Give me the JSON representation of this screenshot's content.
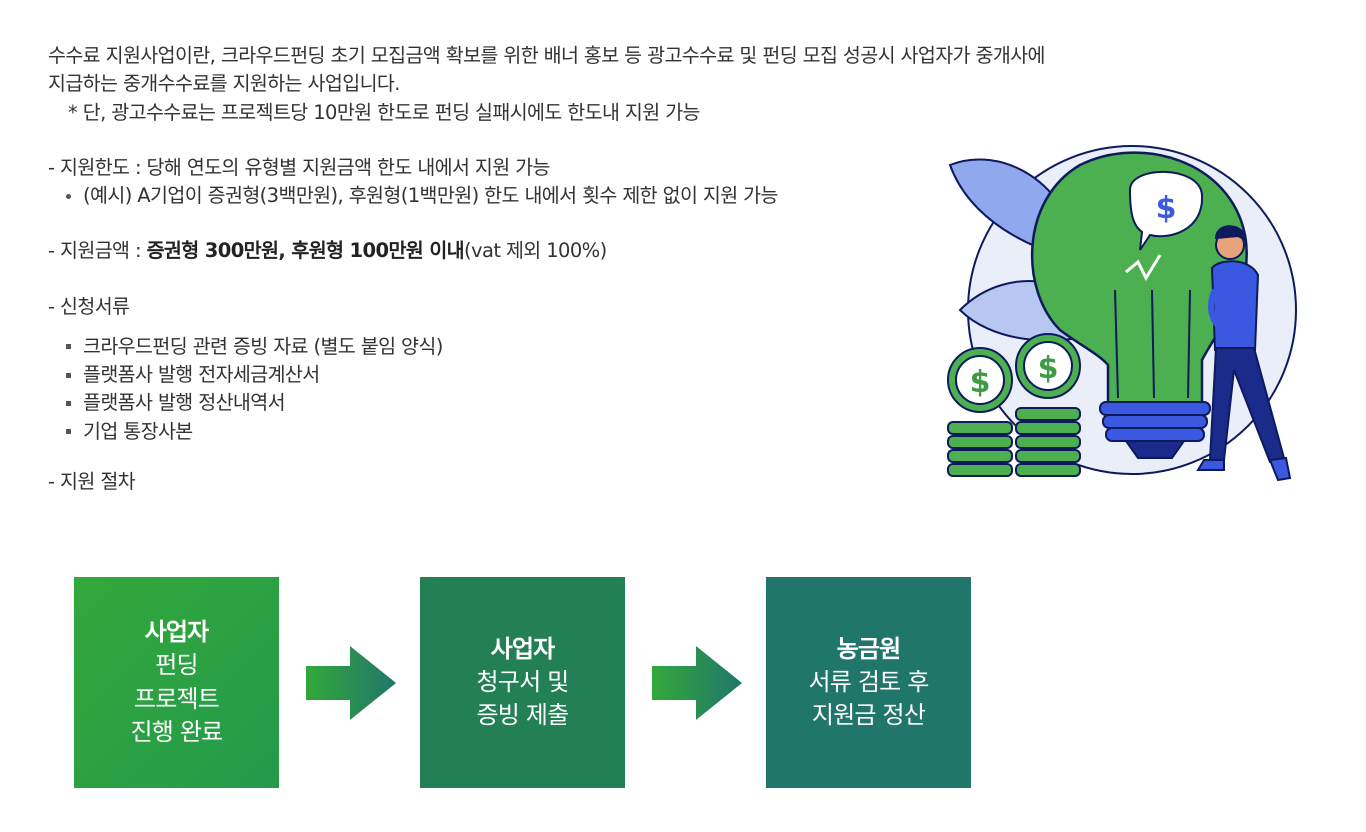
{
  "intro": {
    "line1": "수수료 지원사업이란, 크라우드펀딩 초기 모집금액 확보를 위한 배너 홍보 등 광고수수료 및 펀딩 모집 성공시 사업자가 중개사에",
    "line2": "지급하는 중개수수료를 지원하는 사업입니다.",
    "note": "* 단, 광고수수료는 프로젝트당 10만원 한도로 펀딩 실패시에도 한도내 지원 가능"
  },
  "limit": {
    "title": "- 지원한도 : 당해 연도의 유형별 지원금액 한도 내에서 지원 가능",
    "example": "(예시) A기업이 증권형(3백만원), 후원형(1백만원) 한도 내에서 횟수 제한 없이 지원 가능"
  },
  "amount": {
    "prefix": "- 지원금액 : ",
    "bold": "증권형 300만원, 후원형 100만원 이내",
    "suffix": "(vat 제외 100%)"
  },
  "documents": {
    "title": "- 신청서류",
    "items": [
      "크라우드펀딩 관련 증빙 자료 (별도 붙임 양식)",
      "플랫폼사 발행 전자세금계산서",
      "플랫폼사 발행 정산내역서",
      "기업 통장사본"
    ]
  },
  "procedure": {
    "title": "-  지원 절차",
    "steps": [
      {
        "title": "사업자",
        "lines": [
          "펀딩",
          "프로젝트",
          "진행 완료"
        ]
      },
      {
        "title": "사업자",
        "lines": [
          "청구서 및",
          "증빙 제출"
        ]
      },
      {
        "title": "농금원",
        "lines": [
          "서류 검토 후",
          "지원금 정산"
        ]
      }
    ]
  },
  "illustration": {
    "icon": "lightbulb-money-person",
    "dollar_sign": "$"
  },
  "colors": {
    "green_light": "#33a83a",
    "green_mid": "#228054",
    "teal": "#21766a",
    "bulb": "#4caf50",
    "navy": "#1a2b8c",
    "blue": "#3a58e0"
  }
}
